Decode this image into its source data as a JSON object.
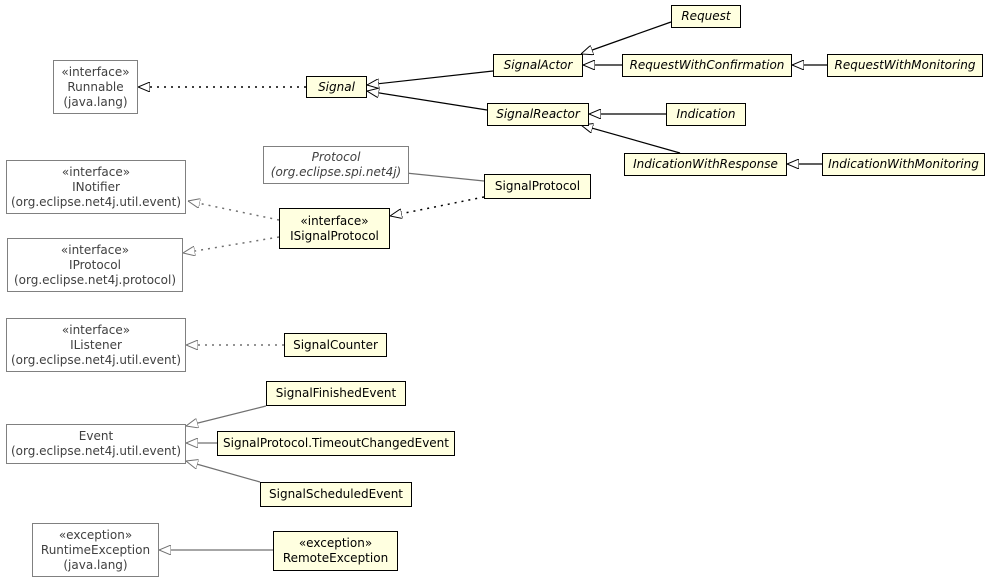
{
  "classes": {
    "runnable": {
      "stereotype": "«interface»",
      "name": "Runnable",
      "package": "(java.lang)"
    },
    "signal": {
      "name": "Signal"
    },
    "signal_actor": {
      "name": "SignalActor"
    },
    "request": {
      "name": "Request"
    },
    "request_with_confirmation": {
      "name": "RequestWithConfirmation"
    },
    "request_with_monitoring": {
      "name": "RequestWithMonitoring"
    },
    "signal_reactor": {
      "name": "SignalReactor"
    },
    "indication": {
      "name": "Indication"
    },
    "indication_with_response": {
      "name": "IndicationWithResponse"
    },
    "indication_with_monitoring": {
      "name": "IndicationWithMonitoring"
    },
    "protocol": {
      "name": "Protocol",
      "package": "(org.eclipse.spi.net4j)"
    },
    "signal_protocol": {
      "name": "SignalProtocol"
    },
    "inotifier": {
      "stereotype": "«interface»",
      "name": "INotifier",
      "package": "(org.eclipse.net4j.util.event)"
    },
    "isignal_protocol": {
      "stereotype": "«interface»",
      "name": "ISignalProtocol"
    },
    "iprotocol": {
      "stereotype": "«interface»",
      "name": "IProtocol",
      "package": "(org.eclipse.net4j.protocol)"
    },
    "ilistener": {
      "stereotype": "«interface»",
      "name": "IListener",
      "package": "(org.eclipse.net4j.util.event)"
    },
    "signal_counter": {
      "name": "SignalCounter"
    },
    "event": {
      "name": "Event",
      "package": "(org.eclipse.net4j.util.event)"
    },
    "signal_finished_event": {
      "name": "SignalFinishedEvent"
    },
    "timeout_changed_event": {
      "name": "SignalProtocol.TimeoutChangedEvent"
    },
    "signal_scheduled_event": {
      "name": "SignalScheduledEvent"
    },
    "runtime_exception": {
      "stereotype": "«exception»",
      "name": "RuntimeException",
      "package": "(java.lang)"
    },
    "remote_exception": {
      "stereotype": "«exception»",
      "name": "RemoteException"
    }
  }
}
